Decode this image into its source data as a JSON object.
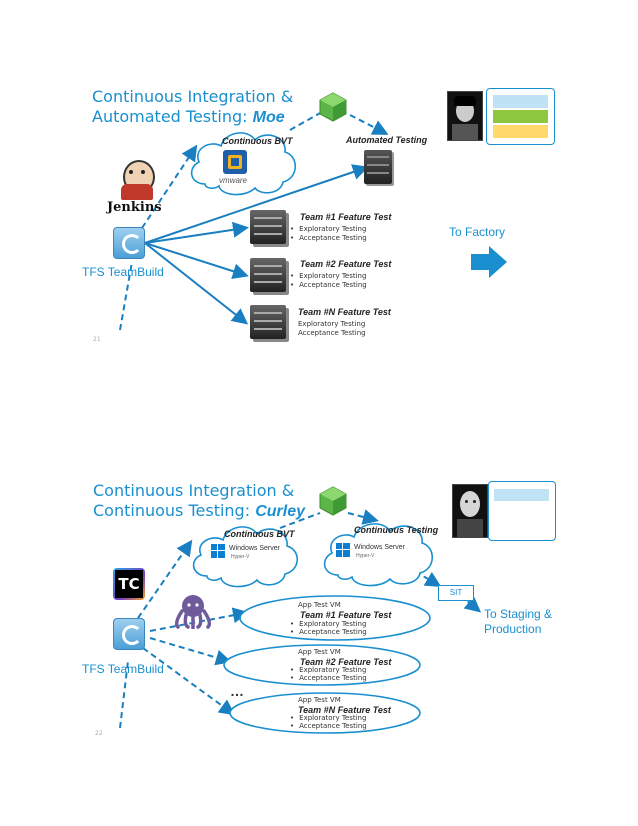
{
  "slide1": {
    "title_line1": "Continuous Integration &",
    "title_line2_prefix": "Automated Testing: ",
    "title_emphasis": "Moe",
    "cloud_label": "Continuous BVT",
    "cloud_logo_text": "vmware",
    "automated_label": "Automated Testing",
    "jenkins_label": "Jenkins",
    "tfs_label": "TFS TeamBuild",
    "teams": [
      {
        "title": "Team #1 Feature Test",
        "items": [
          "Exploratory Testing",
          "Acceptance Testing"
        ]
      },
      {
        "title": "Team #2 Feature Test",
        "items": [
          "Exploratory Testing",
          "Acceptance Testing"
        ]
      },
      {
        "title": "Team #N Feature Test",
        "items": [
          "Exploratory Testing",
          "Acceptance Testing"
        ]
      }
    ],
    "to_factory": "To Factory",
    "page_number": "21",
    "legend_colors": [
      "#bfe3f5",
      "#8dc63f",
      "#ffd96a"
    ]
  },
  "slide2": {
    "title_line1": "Continuous Integration &",
    "title_line2_prefix": "Continuous Testing: ",
    "title_emphasis": "Curley",
    "cloud1_label": "Continuous BVT",
    "cloud2_label": "Continuous Testing",
    "windows_server": "Windows Server",
    "hyperv": "Hyper-V",
    "tc_label": "TC",
    "tfs_label": "TFS TeamBuild",
    "sit_label": "SIT",
    "to_staging_line1": "To Staging &",
    "to_staging_line2": "Production",
    "ellipsis": "…",
    "vms": [
      {
        "vm": "App Test VM",
        "title": "Team #1 Feature Test",
        "items": [
          "Exploratory Testing",
          "Acceptance Testing"
        ]
      },
      {
        "vm": "App Test VM",
        "title": "Team #2 Feature Test",
        "items": [
          "Exploratory Testing",
          "Acceptance Testing"
        ]
      },
      {
        "vm": "App Test VM",
        "title": "Team #N Feature Test",
        "items": [
          "Exploratory Testing",
          "Acceptance Testing"
        ]
      }
    ],
    "page_number": "22",
    "legend_colors": [
      "#bfe3f5"
    ]
  },
  "colors": {
    "accent": "#1a8fd0",
    "arrow": "#1a7fc0",
    "cloud_stroke": "#1a8fd0"
  }
}
